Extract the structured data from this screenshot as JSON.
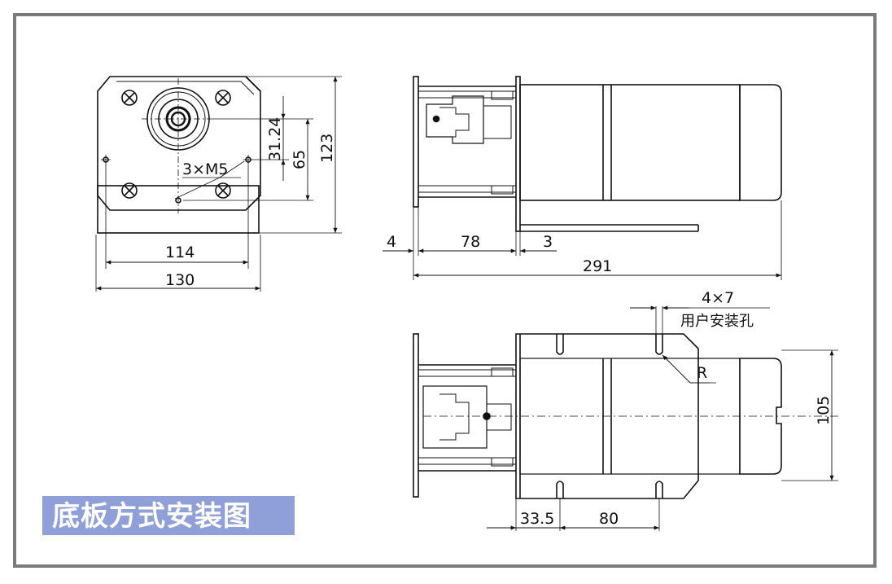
{
  "title": "底板方式安装图",
  "front_view": {
    "dim_mounting_pitch": "114",
    "dim_flange_width": "130",
    "dim_shaft_offset": "31.24",
    "dim_vertical_65": "65",
    "dim_height": "123",
    "hole_note": "3×M5"
  },
  "side_view": {
    "dim_flange": "4",
    "dim_gear_length": "78",
    "dim_plate": "3",
    "dim_total_length": "291"
  },
  "top_view": {
    "hole_count_size": "4×7",
    "hole_label": "用户安装孔",
    "radius_label": "R",
    "dim_width": "105",
    "dim_offset": "33.5",
    "dim_pitch": "80"
  },
  "colors": {
    "frame": "#7b7b7b",
    "title_bg": "#8f9fd7",
    "line": "#111111"
  }
}
